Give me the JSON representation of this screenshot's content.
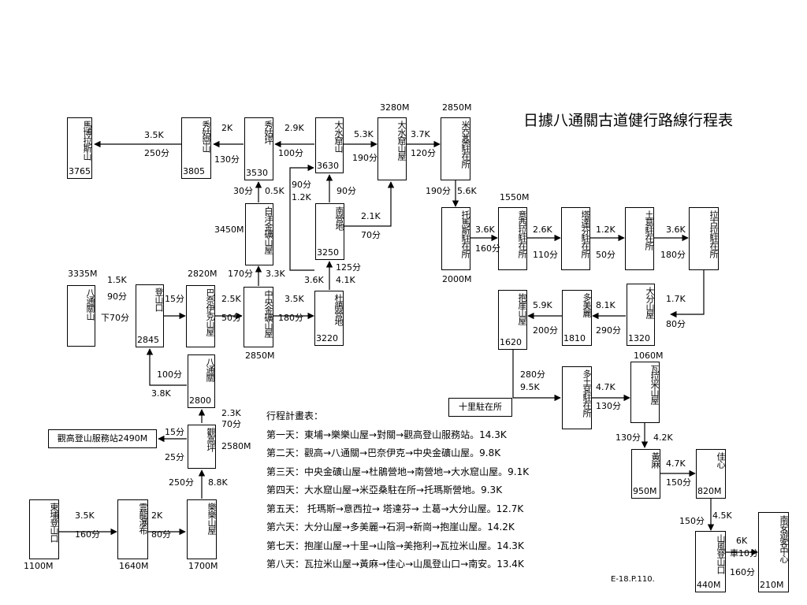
{
  "title": "日據八通關古道健行路線行程表",
  "reference": "E-18.P.110.",
  "nodes": {
    "mabolas": {
      "label": "馬博拉斯山",
      "alt": "3765"
    },
    "xiuguluan": {
      "label": "秀姑巒山",
      "alt": "3805"
    },
    "xiuguping": {
      "label": "秀姑坪",
      "alt": "3530"
    },
    "dashuikushan": {
      "label": "大水窟山",
      "alt": "3630"
    },
    "dashuikuwu": {
      "label": "大水窟山屋"
    },
    "miyasang": {
      "label": "米亞桑駐在所"
    },
    "baiyang": {
      "label": "白洋金礦山屋"
    },
    "nanying": {
      "label": "南營地",
      "alt": "3250"
    },
    "tuomasi": {
      "label": "托馬斯駐在所"
    },
    "yixila": {
      "label": "意西拉駐在所"
    },
    "tadafen": {
      "label": "塔達芬駐在所"
    },
    "tuge": {
      "label": "土葛駐在所"
    },
    "lagula": {
      "label": "拉古拉駐在所"
    },
    "batongguanshan": {
      "label": "八通關山"
    },
    "dengshankou": {
      "label": "登山口",
      "alt": "2845"
    },
    "banaiyike": {
      "label": "巴奈伊克山屋"
    },
    "zhongyang": {
      "label": "中央金礦山屋"
    },
    "dujuan": {
      "label": "杜鵑營地",
      "alt": "3220"
    },
    "baoya": {
      "label": "抱崖山屋",
      "alt": "1620"
    },
    "duomeili": {
      "label": "多美麗",
      "alt": "1810"
    },
    "dafen": {
      "label": "大分山屋",
      "alt": "1320"
    },
    "batongguan": {
      "label": "八通關",
      "alt": "2800"
    },
    "shili": {
      "label": "十里駐在所"
    },
    "duotugun": {
      "label": "多土袞駐在所"
    },
    "walami": {
      "label": "瓦拉米山屋"
    },
    "guangao": {
      "label": "觀高坪"
    },
    "guangao_station": {
      "label": "觀高登山服務站2490M"
    },
    "huangma": {
      "label": "黃麻",
      "alt": "950M"
    },
    "jiaxin": {
      "label": "佳心",
      "alt": "820M"
    },
    "dongpu": {
      "label": "東埔登山口"
    },
    "yunlong": {
      "label": "雲龍瀑布"
    },
    "lele": {
      "label": "樂樂山屋"
    },
    "shanfeng": {
      "label": "山風登山口",
      "alt": "440M"
    },
    "nanan": {
      "label": "南安遊客中心",
      "alt": "210M"
    }
  },
  "elevations": {
    "dashuikuwu": "3280M",
    "miyasang": "2850M",
    "yixila": "1550M",
    "tuomasi": "2000M",
    "baiyang": "3450M",
    "batongguanshan": "3335M",
    "banaiyike": "2820M",
    "zhongyang": "2850M",
    "walami": "1060M",
    "guangao": "2580M",
    "dongpu": "1100M",
    "yunlong": "1640M",
    "lele": "1700M"
  },
  "edges": {
    "e01": {
      "dist": "3.5K",
      "time": "250分"
    },
    "e02": {
      "dist": "2K",
      "time": "130分"
    },
    "e03": {
      "dist": "2.9K",
      "time": "100分"
    },
    "e04": {
      "dist": "5.3K",
      "time": "190分"
    },
    "e05": {
      "dist": "3.7K",
      "time": "120分"
    },
    "e06": {
      "dist": "5.6K",
      "time": "190分"
    },
    "e07": {
      "dist": "0.5K",
      "time": "30分"
    },
    "e08": {
      "dist": "1.2K",
      "time": "90分"
    },
    "e09": {
      "time": "90分"
    },
    "e10": {
      "dist": "2.1K",
      "time": "70分"
    },
    "e11": {
      "dist": "3.6K",
      "time": "160分"
    },
    "e12": {
      "dist": "2.6K",
      "time": "110分"
    },
    "e13": {
      "dist": "1.2K",
      "time": "50分"
    },
    "e14": {
      "dist": "3.6K",
      "time": "180分"
    },
    "e15": {
      "dist": "3.3K",
      "time": "170分"
    },
    "e16": {
      "dist": "3.6K"
    },
    "e17": {
      "dist": "4.1K",
      "time": "125分"
    },
    "e18": {
      "dist": "1.5K",
      "time": "90分",
      "time2": "下70分"
    },
    "e19": {
      "time": "15分"
    },
    "e20": {
      "dist": "2.5K",
      "time": "50分"
    },
    "e21": {
      "dist": "3.5K",
      "time": "180分"
    },
    "e22": {
      "dist": "1.7K",
      "time": "80分"
    },
    "e23": {
      "dist": "8.1K",
      "time": "290分"
    },
    "e24": {
      "dist": "5.9K",
      "time": "200分"
    },
    "e25": {
      "time": "100分",
      "dist": "3.8K"
    },
    "e26": {
      "time": "280分",
      "dist": "9.5K"
    },
    "e27": {
      "dist": "4.7K",
      "time": "130分"
    },
    "e28": {
      "dist": "2.3K",
      "time": "70分"
    },
    "e29": {
      "time": "15分",
      "time2": "25分"
    },
    "e30": {
      "time": "130分",
      "dist": "4.2K"
    },
    "e31": {
      "dist": "4.7K",
      "time": "150分"
    },
    "e32": {
      "time": "250分",
      "dist": "8.8K"
    },
    "e33": {
      "dist": "3.5K",
      "time": "160分"
    },
    "e34": {
      "dist": "2K",
      "time": "80分"
    },
    "e35": {
      "time": "150分",
      "dist": "4.5K"
    },
    "e36": {
      "dist": "6K",
      "time": "車10分",
      "time2": "160分"
    }
  },
  "plan": {
    "heading": "行程計畫表：",
    "days": [
      "第一天：東埔→樂樂山屋→對關→觀高登山服務站。14.3K",
      "第二天：觀高→八通關→巴奈伊克→中央金礦山屋。9.8K",
      "第三天：中央金礦山屋→杜鵑營地→南營地→大水窟山屋。9.1K",
      "第四天：大水窟山屋→米亞桑駐在所→托瑪斯營地。9.3K",
      "第五天： 托瑪斯→意西拉→ 塔達芬→ 土葛→大分山屋。12.7K",
      "第六天：大分山屋→多美麗→石洞→新崗→抱崖山屋。14.2K",
      "第七天：抱崖山屋→十里→山陰→美拖利→瓦拉米山屋。14.3K",
      "第八天：瓦拉米山屋→黃麻→佳心→山風登山口→南安。13.4K"
    ]
  }
}
